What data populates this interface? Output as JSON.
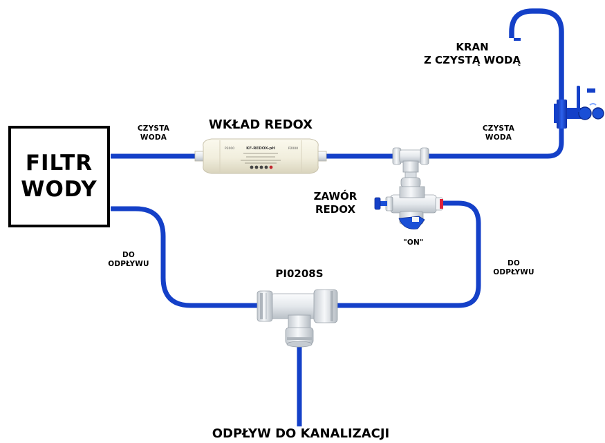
{
  "filter": {
    "line1": "FILTR",
    "line2": "WODY"
  },
  "labels": {
    "clean_left": {
      "line1": "CZYSTA",
      "line2": "WODA"
    },
    "clean_right": {
      "line1": "CZYSTA",
      "line2": "WODA"
    },
    "cartridge_title": "WKŁAD REDOX",
    "tap": {
      "line1": "KRAN",
      "line2": "Z CZYSTĄ WODĄ"
    },
    "valve": {
      "line1": "ZAWÓR",
      "line2": "REDOX"
    },
    "valve_state": "\"ON\"",
    "drain_left": {
      "line1": "DO",
      "line2": "ODPŁYWU"
    },
    "drain_right": {
      "line1": "DO",
      "line2": "ODPŁYWU"
    },
    "tee_code": "PI0208S",
    "drain_bottom": "ODPŁYW DO KANALIZACJI"
  },
  "cartridge_print": {
    "name": "KF-REDOX-pH",
    "left_code": "P2000",
    "right_code": "P2000"
  },
  "colors": {
    "tube": "#1440c8",
    "fitting": "#e8ecef",
    "cartridge": "#f3f0e2",
    "valve_handle": "#1a4fd6",
    "outlet_red": "#e0223a"
  }
}
